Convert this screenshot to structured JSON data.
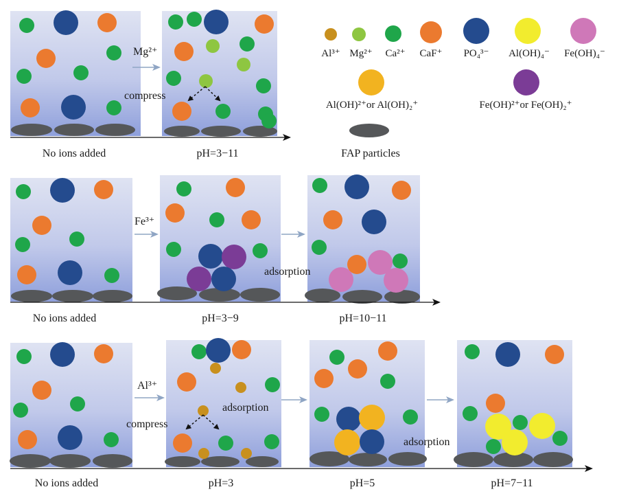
{
  "colors": {
    "al3": "#c8901e",
    "mg2": "#8ec641",
    "ca2": "#1fa64a",
    "caf": "#eb7a2f",
    "po4": "#244b8e",
    "aloh4": "#f2ec2e",
    "feoh4": "#cf78b8",
    "aloh2": "#f2b320",
    "feoh2": "#7b3c96",
    "fap": "#555759"
  },
  "legend": {
    "al3": "Al³⁺",
    "mg2": "Mg²⁺",
    "ca2": "Ca²⁺",
    "caf": "CaF⁺",
    "po4": "PO₄³⁻",
    "aloh4": "Al(OH)₄⁻",
    "feoh4": "Fe(OH)₄⁻",
    "aloh2": "Al(OH)²⁺or Al(OH)₂⁺",
    "feoh2": "Fe(OH)²⁺or Fe(OH)₂⁺",
    "fap": "FAP particles"
  },
  "row1": {
    "captions": [
      "No ions added",
      "pH=3−11"
    ],
    "ion": "Mg²⁺",
    "note": "compress"
  },
  "row2": {
    "captions": [
      "No ions added",
      "pH=3−9",
      "pH=10−11"
    ],
    "ion": "Fe³⁺",
    "note": "adsorption"
  },
  "row3": {
    "captions": [
      "No ions added",
      "pH=3",
      "pH=5",
      "pH=7−11"
    ],
    "ion": "Al³⁺",
    "note_compress": "compress",
    "note_adsorption_1": "adsorption",
    "note_adsorption_2": "adsorption"
  }
}
